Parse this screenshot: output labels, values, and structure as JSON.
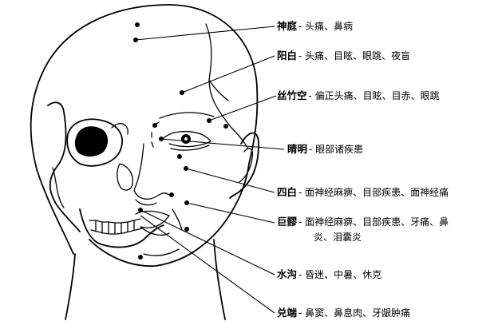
{
  "points": [
    {
      "id": "shenting",
      "name": "神庭",
      "effect_lines": [
        "- 头痛、鼻病"
      ]
    },
    {
      "id": "yangbai",
      "name": "阳白",
      "effect_lines": [
        "- 头痛、目眩、眼跳、夜盲"
      ]
    },
    {
      "id": "sizhukong",
      "name": "丝竹空",
      "effect_lines": [
        "- 偏正头痛、目眩、目赤、眼跳"
      ]
    },
    {
      "id": "jingming",
      "name": "睛明",
      "effect_lines": [
        "- 眼部诸疾患"
      ]
    },
    {
      "id": "sibai",
      "name": "四白",
      "effect_lines": [
        "- 面神经麻痹、目部疾患、面神经痛"
      ]
    },
    {
      "id": "juliao",
      "name": "巨髎",
      "effect_lines": [
        "- 面神经麻痹、目部疾患、牙痛、鼻",
        "炎、泪囊炎"
      ]
    },
    {
      "id": "shuigou",
      "name": "水沟",
      "effect_lines": [
        "- 昏迷、中暑、休克"
      ]
    },
    {
      "id": "duiduan",
      "name": "兑端",
      "effect_lines": [
        "- 鼻窦、鼻息肉、牙龈肿痛"
      ]
    }
  ]
}
